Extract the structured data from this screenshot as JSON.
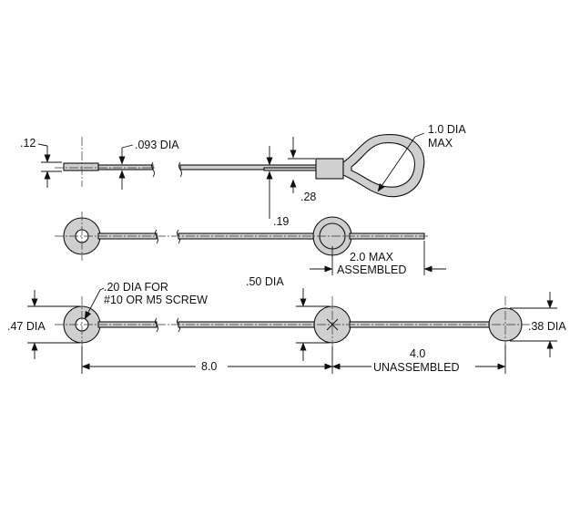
{
  "labels": {
    "thickness": ".12",
    "wire_dia": ".093 DIA",
    "loop_dia_1": "1.0 DIA",
    "loop_dia_2": "MAX",
    "ferrule_len": ".28",
    "ferrule_thk": ".19",
    "assembled_1": "2.0 MAX",
    "assembled_2": "ASSEMBLED",
    "screw_1": ".20 DIA FOR",
    "screw_2": "#10 OR M5 SCREW",
    "ring_dia": ".47 DIA",
    "mid_dia": ".50 DIA",
    "end_dia": ".38 DIA",
    "length_8": "8.0",
    "unassembled_1": "4.0",
    "unassembled_2": "UNASSEMBLED"
  }
}
